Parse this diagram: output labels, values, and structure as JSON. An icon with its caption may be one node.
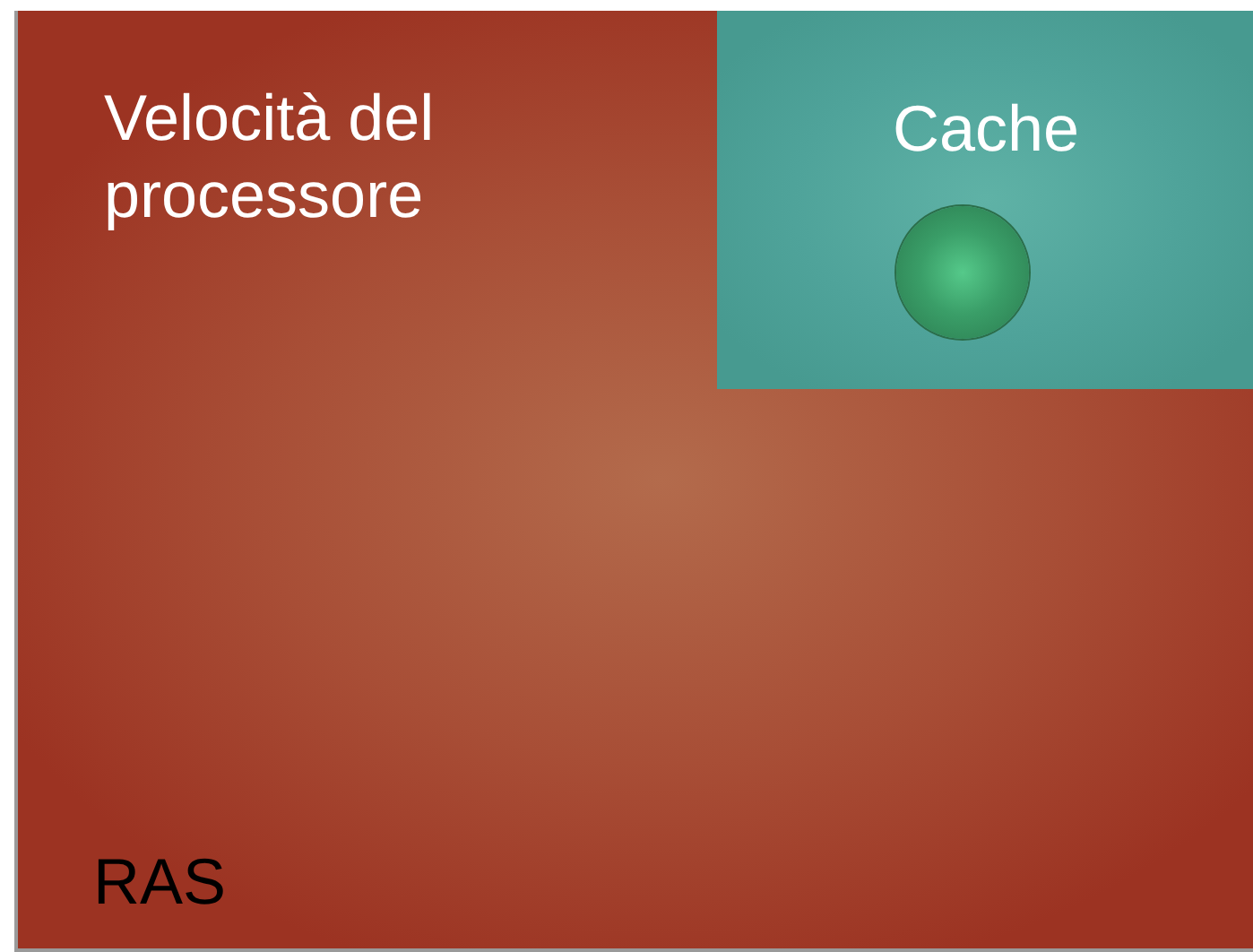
{
  "diagram": {
    "nodes": [
      {
        "text": [
          "Velocità del processore",
          "RAS"
        ]
      },
      {
        "text": [
          "Cache"
        ],
        "in": 0
      },
      {
        "text": [],
        "shape": "circle",
        "in": 1
      }
    ]
  }
}
